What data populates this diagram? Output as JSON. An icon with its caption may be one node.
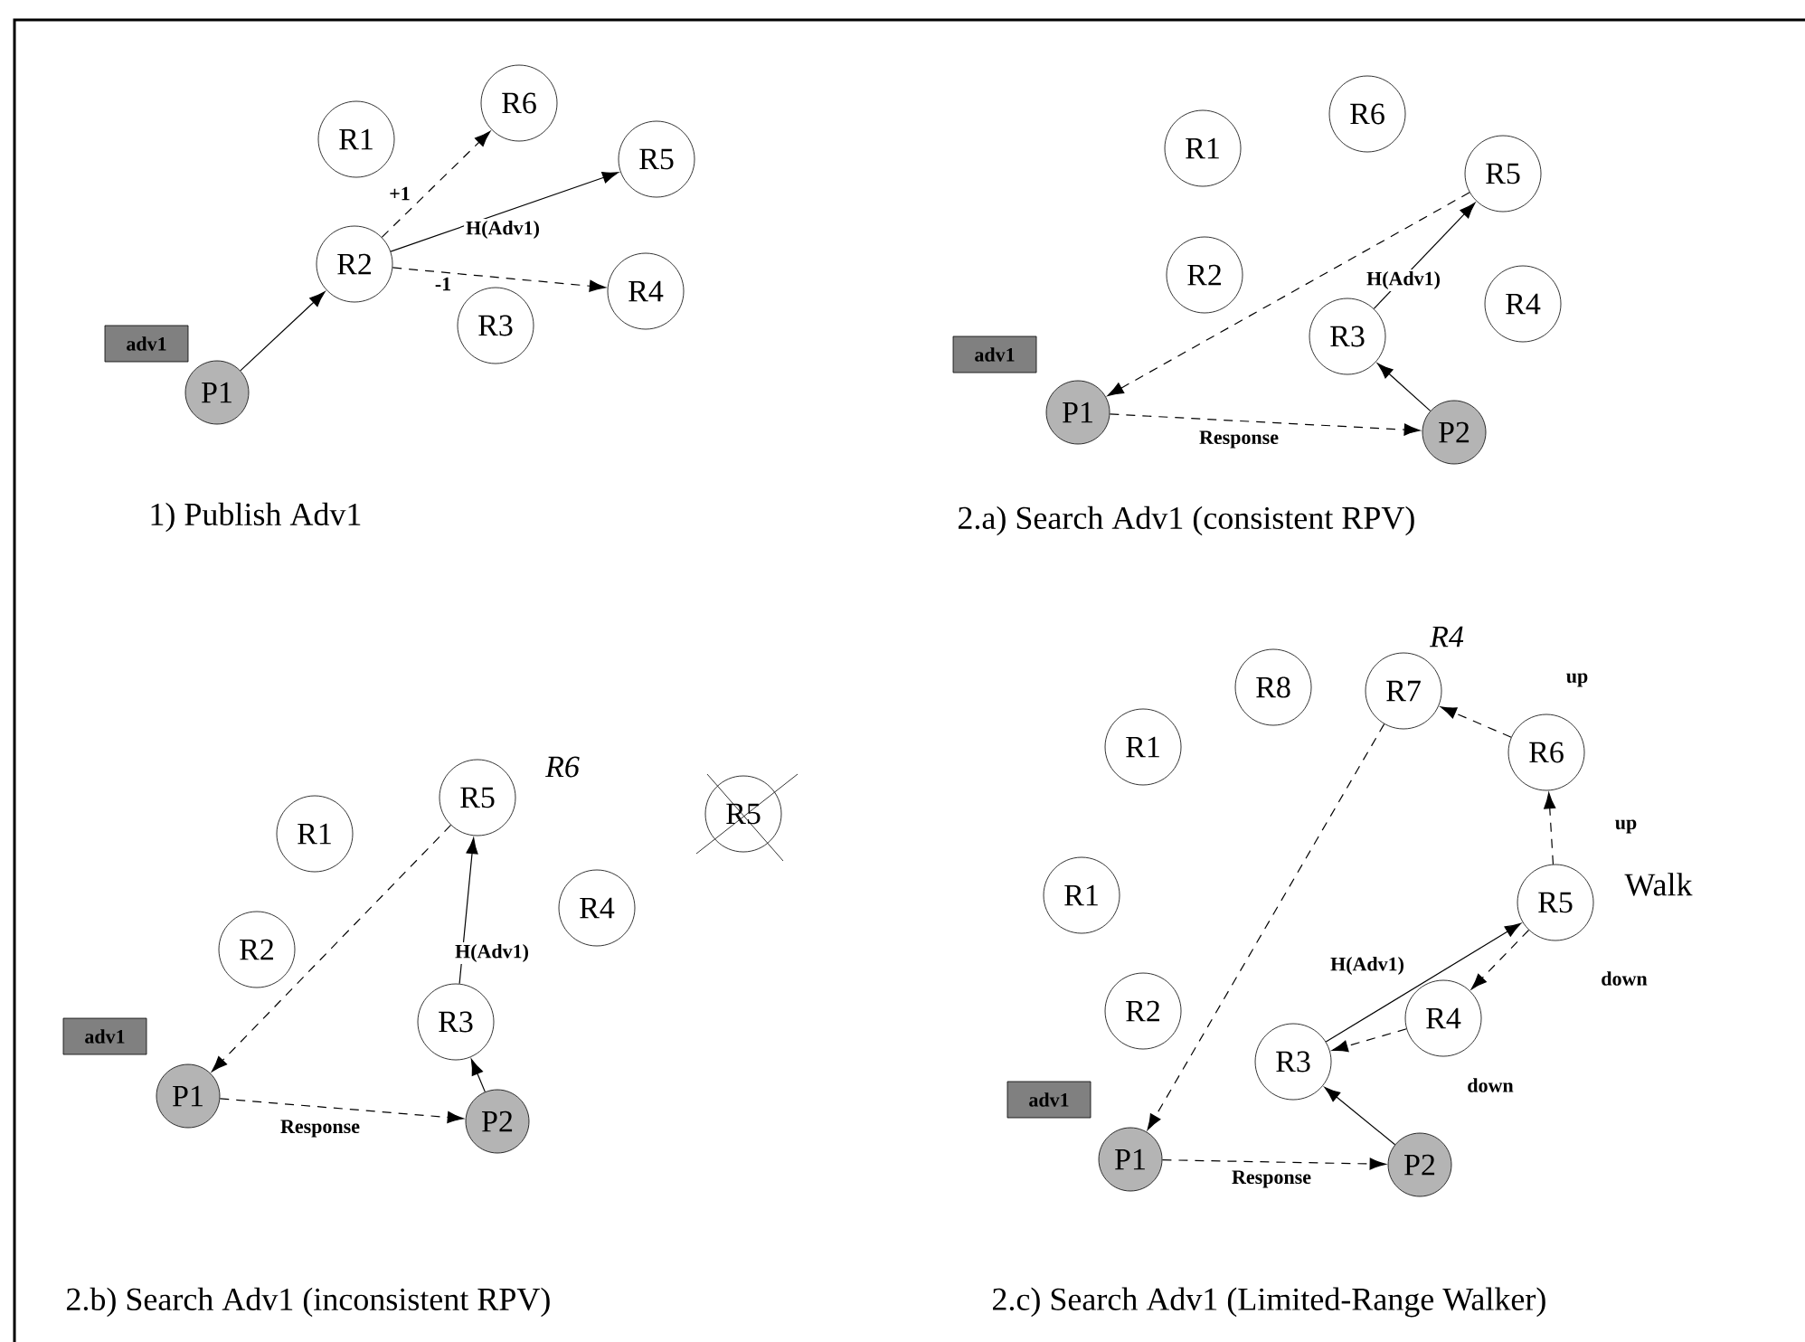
{
  "diagram": {
    "nodes": [
      {
        "text": [
          "R6"
        ]
      },
      {
        "text": [
          "R1"
        ]
      },
      {
        "text": [
          "R5"
        ]
      },
      {
        "text": [
          "R2"
        ]
      },
      {
        "text": [
          "R4"
        ]
      },
      {
        "text": [
          "R3"
        ]
      },
      {
        "text": [
          "adv1"
        ]
      },
      {
        "text": [
          "P1"
        ]
      },
      {
        "text": [
          "R6"
        ]
      },
      {
        "text": [
          "R1"
        ]
      },
      {
        "text": [
          "R5"
        ]
      },
      {
        "text": [
          "R2"
        ]
      },
      {
        "text": [
          "R4"
        ]
      },
      {
        "text": [
          "R3"
        ]
      },
      {
        "text": [
          "adv1"
        ]
      },
      {
        "text": [
          "P1"
        ]
      },
      {
        "text": [
          "P2"
        ]
      },
      {
        "text": [
          "R5"
        ],
        "beside": [
          "R6"
        ]
      },
      {
        "text": [
          "R1"
        ]
      },
      {
        "text": [
          "R5"
        ]
      },
      {
        "text": [
          "R4"
        ]
      },
      {
        "text": [
          "R2"
        ]
      },
      {
        "text": [
          "R3"
        ]
      },
      {
        "text": [
          "adv1"
        ]
      },
      {
        "text": [
          "P1"
        ]
      },
      {
        "text": [
          "P2"
        ]
      },
      {
        "text": [
          "R8"
        ]
      },
      {
        "text": [
          "R7"
        ],
        "beside": [
          "R4"
        ]
      },
      {
        "text": [
          "R1"
        ]
      },
      {
        "text": [
          "R6"
        ]
      },
      {
        "text": [
          "R1"
        ]
      },
      {
        "text": [
          "R5"
        ]
      },
      {
        "text": [
          "R2"
        ]
      },
      {
        "text": [
          "R4"
        ]
      },
      {
        "text": [
          "R3"
        ]
      },
      {
        "text": [
          "adv1"
        ]
      },
      {
        "text": [
          "P1"
        ]
      },
      {
        "text": [
          "P2"
        ]
      }
    ],
    "edges": [
      {
        "from": 7,
        "to": 3,
        "arrow": "to"
      },
      {
        "from": 3,
        "to": 0,
        "arrow": "to",
        "style": "dashed",
        "label": "+1"
      },
      {
        "from": 3,
        "to": 2,
        "arrow": "to",
        "label": "H(Adv1)"
      },
      {
        "from": 3,
        "to": 4,
        "arrow": "to",
        "style": "dashed",
        "label": "-1"
      },
      {
        "from": 13,
        "to": 10,
        "arrow": "to",
        "label": "H(Adv1)"
      },
      {
        "from": 10,
        "to": 15,
        "arrow": "to",
        "style": "dashed"
      },
      {
        "from": 16,
        "to": 13,
        "arrow": "to"
      },
      {
        "from": 15,
        "to": 16,
        "arrow": "to",
        "style": "dashed",
        "label": "Response"
      },
      {
        "from": 22,
        "to": 17,
        "arrow": "to",
        "label": "H(Adv1)"
      },
      {
        "from": 17,
        "to": 24,
        "arrow": "to",
        "style": "dashed"
      },
      {
        "from": 25,
        "to": 22,
        "arrow": "to"
      },
      {
        "from": 24,
        "to": 25,
        "arrow": "to",
        "style": "dashed",
        "label": "Response"
      },
      {
        "from": 34,
        "to": 31,
        "arrow": "to",
        "label": "H(Adv1)"
      },
      {
        "from": 31,
        "to": 33,
        "arrow": "to",
        "style": "dashed",
        "label": "down"
      },
      {
        "from": 33,
        "to": 34,
        "arrow": "to",
        "style": "dashed",
        "label": "down"
      },
      {
        "from": 31,
        "to": 29,
        "arrow": "to",
        "style": "dashed",
        "label": "up"
      },
      {
        "from": 29,
        "to": 27,
        "arrow": "to",
        "style": "dashed",
        "label": "up"
      },
      {
        "from": 27,
        "to": 36,
        "arrow": "to",
        "style": "dashed"
      },
      {
        "from": 37,
        "to": 34,
        "arrow": "to"
      },
      {
        "from": 36,
        "to": 37,
        "arrow": "to",
        "style": "dashed",
        "label": "Response"
      }
    ],
    "labels": [
      "1) Publish Adv1",
      "2.a) Search Adv1 (consistent RPV)",
      "2.b) Search Adv1 (inconsistent RPV)",
      "Walk",
      "2.c) Search Adv1 (Limited-Range Walker)"
    ]
  }
}
